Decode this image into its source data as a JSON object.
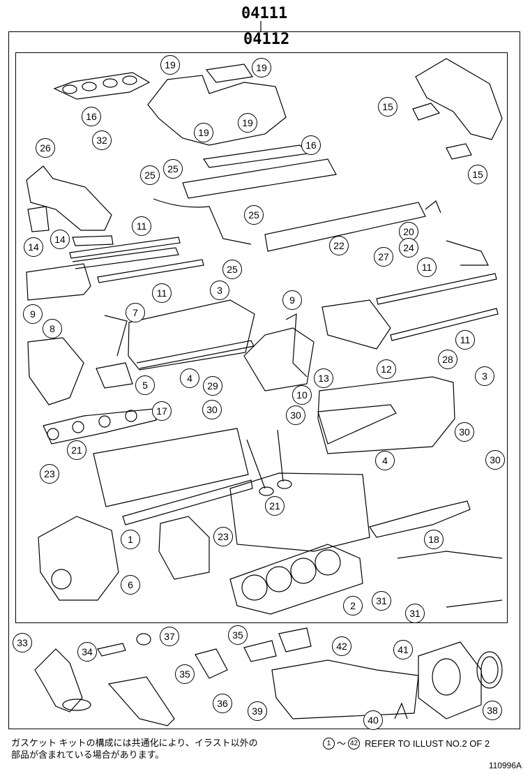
{
  "header": {
    "kit_code_outer": "04111",
    "kit_code_inner": "04112"
  },
  "footer": {
    "note_jp_line1": "ガスケット キットの構成には共通化により、イラスト以外の",
    "note_jp_line2": "部品が含まれている場合があります。",
    "ref_from": "1",
    "ref_sep": "～",
    "ref_to": "42",
    "ref_text": "REFER TO ILLUST NO.2 OF 2",
    "illustration_id": "110996A"
  },
  "callouts": [
    "19",
    "19",
    "16",
    "19",
    "19",
    "15",
    "15",
    "16",
    "26",
    "32",
    "25",
    "25",
    "25",
    "25",
    "14",
    "14",
    "11",
    "11",
    "20",
    "24",
    "22",
    "27",
    "3",
    "11",
    "11",
    "9",
    "7",
    "9",
    "8",
    "4",
    "12",
    "28",
    "13",
    "3",
    "5",
    "29",
    "10",
    "30",
    "30",
    "17",
    "30",
    "4",
    "30",
    "21",
    "23",
    "21",
    "1",
    "23",
    "18",
    "6",
    "2",
    "31",
    "31",
    "33",
    "34",
    "37",
    "35",
    "42",
    "41",
    "36",
    "35",
    "39",
    "40",
    "38"
  ],
  "colors": {
    "line": "#000000",
    "background": "#ffffff"
  }
}
